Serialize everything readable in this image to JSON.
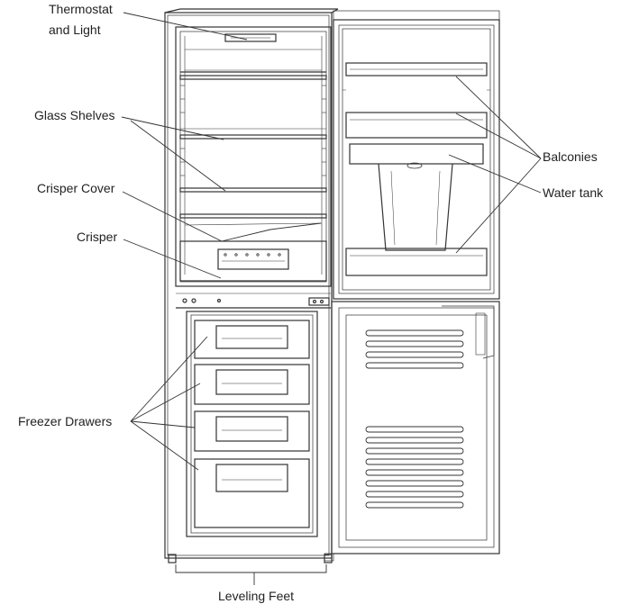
{
  "labels": {
    "thermostat_line1": "Thermostat",
    "thermostat_line2": "and Light",
    "glass_shelves": "Glass Shelves",
    "crisper_cover": "Crisper Cover",
    "crisper": "Crisper",
    "freezer_drawers": "Freezer Drawers",
    "leveling_feet": "Leveling Feet",
    "balconies": "Balconies",
    "water_tank": "Water tank"
  },
  "colors": {
    "line": "#333333",
    "background": "#ffffff"
  }
}
